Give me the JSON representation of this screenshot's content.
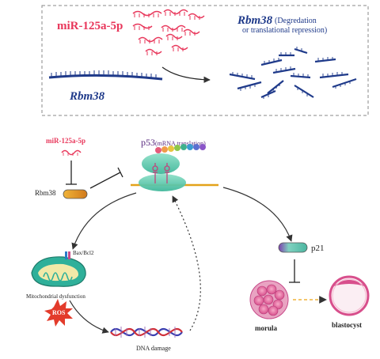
{
  "top_panel": {
    "mirna_label": "miR-125a-5p",
    "target_label": "Rbm38",
    "outcome_gene": "Rbm38",
    "outcome_line1": "(Degredation",
    "outcome_line2": "or translational repression)"
  },
  "pathway": {
    "mirna_label": "miR-125a-5p",
    "rbm38_label": "Rbm38",
    "p53_label": "p53",
    "p53_note": "(mRNA translation)",
    "p21_label": "p21",
    "bax_label": "Bax/Bcl2",
    "mito_label": "Mitochondrial dysfunction",
    "ros_label": "ROS",
    "dna_label": "DNA damage",
    "morula_label": "morula",
    "blastocyst_label": "blastocyst"
  },
  "colors": {
    "mirna": "#e8365a",
    "navy": "#1f3a8a",
    "panel_border": "#888888",
    "ribosome": "#5ec9b0",
    "mrna_line": "#e3a21a",
    "ros": "#e33b2b",
    "embryo": "#e0609a",
    "arrow": "#333333"
  }
}
